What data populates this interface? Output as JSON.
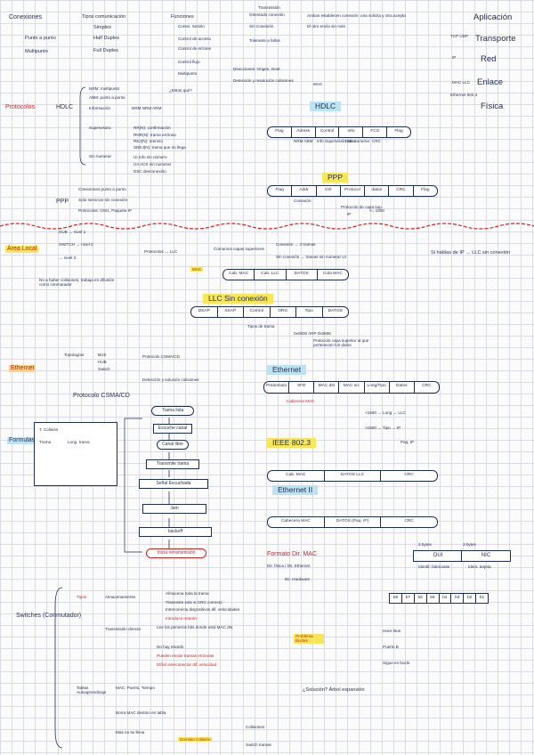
{
  "top": {
    "conexiones": "Conexiones",
    "pp": "Punto a punto",
    "mp": "Multipunto",
    "tipos": "Tipos comunicación",
    "simplex": "Simplex",
    "half": "Half Duplex",
    "full": "Full Duplex",
    "funciones": "Funciones",
    "f1": "Conex. Sesión",
    "f2": "Control de acceso",
    "f3": "Control de errores",
    "f4": "Control flujo",
    "f5": "Multipunto",
    "trans": "Transmisión",
    "orientado": "Orientado conexión",
    "sin": "Sin Conexión",
    "tolerante": "Tolerante a fallos",
    "ambos": "Ambos establecen conexión: una solicita y otra acepta",
    "otro": "El otro envía sin más",
    "dir": "Direcciones: Origen, Dest",
    "det": "Detección y resolución colisiones",
    "mac": "MAC",
    "tcp": "TCP UDP",
    "ip": "IP",
    "mac2": "MAC LLC",
    "eth": "Ethernet 802.3",
    "aplicacion": "Aplicación",
    "transporte": "Transporte",
    "red": "Red",
    "enlace": "Enlace",
    "fisica": "Física"
  },
  "protocolos": {
    "label": "Protocolos",
    "hdlc": "HDLC",
    "nrm": "NRM: multipunto",
    "abm": "ABM: punto a punto",
    "info": "Información",
    "super": "Supervisora",
    "sinnum": "Sin numerar",
    "nrmrow": "NRM NRM ARM",
    "que": "¿Estos qué?",
    "rr": "RR(N): confirmación",
    "rnr": "RNR(N): trama errónea",
    "rej": "REJ(N): reenvío",
    "srej": "SREJ(N): trama que no llega",
    "ui": "UI Info sin número",
    "ua": "UA ACK sin numerar",
    "dsc": "DSC desconexión",
    "ppp": "PPP",
    "ppp1": "Conexiones punto a punto",
    "ppp2": "Solo servicios sin conexión",
    "ppp3": "Protocolos: OSI1, Paquete IP",
    "hdlc_title": "HDLC",
    "hdlc_frame": [
      "Flag",
      "Adress",
      "Control",
      "Info",
      "FCS",
      "Flag"
    ],
    "hdlc_notes": [
      "NRM ABM",
      "Info Supervisión Sin numerar",
      "Datos",
      "CRC"
    ],
    "ppp_title": "PPP",
    "ppp_frame": [
      "Flag",
      "Addr",
      "Ctrl",
      "Protocol",
      "datos",
      "CRC",
      "Flag"
    ],
    "ppp_notes": [
      "Conexión",
      "Protocolo de capa sup.",
      "IP",
      "<= 1500"
    ]
  },
  "area": {
    "label": "Área Local",
    "hub": "HUB → nivel 1",
    "switch": "SWITCH → nivel 2",
    "router": "→ nivel 3",
    "colis": "No a haber colisiones, trabaja en difusión como conmutador",
    "prot": "Protocolos → LLC",
    "capa": "Comunica capas superiores",
    "c3": "Conexión → 3 tramas",
    "sinc": "Sin conexión → tramas sin numerar UI",
    "mac": "MAC",
    "mac_frame": [
      "Cab. MAC",
      "Cab. LLC",
      "DATOS",
      "Cola MAC"
    ],
    "llc_title": "LLC Sin conexión",
    "llc_frame": [
      "DSAP",
      "SSAP",
      "Control",
      "ORG",
      "Tipo",
      "DATOS"
    ],
    "llc_notes": "Tipos de trama",
    "ox": "0x0800 ARP 0x0806",
    "tipo_note": "Protocolo capa superior al que pertenecen los datos",
    "sihablas": "Si hablas de IP → LLC sin conexión"
  },
  "ethernet": {
    "label": "Ethernet",
    "topologias": "Topologías",
    "bus": "BUS",
    "hub": "HUB",
    "switch": "Switch",
    "csma": "Protocolo CSMA/CD",
    "det": "Detección y solución colisiones",
    "flow_title": "Protocolo CSMA/CD",
    "flow": [
      "Trama lista",
      "Escuche canal",
      "Canal libre",
      "Transmite trama",
      "Señal Escuchada",
      "Jam",
      "backoff",
      "Inicia retransmisión"
    ],
    "formulas": "Formulas",
    "f1": "T. Colisión",
    "f2": "Trama",
    "f3": "Long. trama",
    "eth_title": "Ethernet",
    "eth_frame": [
      "Preámbulo",
      "SFD",
      "MAC dst",
      "MAC src",
      "Long/Tipo",
      "Datos",
      "CRC"
    ],
    "cab": "Cabecera MAC",
    "len": "<1500 → Long → LLC",
    "tipo": ">1500 → Tipo → IP",
    "ieee": "IEEE 802.3",
    "ieee_frame": [
      "Cab. MAC",
      "DATOS LLC",
      "CRC"
    ],
    "eth2": "Ethernet II",
    "eth2_frame": [
      "Cabecera MAC",
      "DATOS (Paq. IP)",
      "CRC"
    ],
    "ieee_side": "Paq. IP",
    "fmt": "Formato Dir. MAC",
    "fmt1": "Dir. física / Dir. Ethernet",
    "fmt2": "Dir. Hardware",
    "oui": "OUI",
    "nic": "NIC",
    "bytes": "3 bytes",
    "ident": "Identif. fabricante",
    "ident2": "Ident. tarjeta",
    "bits": [
      "b8",
      "b7",
      "b6",
      "b5",
      "b4",
      "b3",
      "b2",
      "b1"
    ]
  },
  "switches": {
    "label": "Switches (Conmutador)",
    "tipos": "Tipos",
    "alm": "Almacenamiento",
    "alm1": "Almacena toda la trama",
    "alm2": "Transmite solo si CRC correcto",
    "alm3": "Interconecta dispositivos dif. velocidades",
    "alm4": "Introduce retardo",
    "tra": "Transmisión directa",
    "tra1": "Lee los primeros bits donde está MAC dst",
    "tra2": "No hay retardo",
    "tra3": "Pueden enviar tramas erróneas",
    "tra4": "Difícil interconectar dif. velocidad",
    "problema": "Problema Bucles",
    "tabla": "Tablas Autoaprendizaje",
    "t1": "MAC: Puerto, Tiempo",
    "t2": "Borra MAC destino en tabla",
    "t3": "Mas no se llena",
    "sol": "¿Solución? Árbol expansión",
    "dominio": "Dominio Colisión",
    "dom1": "Colisiones",
    "dom2": "Switch tramas",
    "b1": "Hace Bus",
    "b2": "Puerto B",
    "b3": "Sigue en bucle"
  }
}
